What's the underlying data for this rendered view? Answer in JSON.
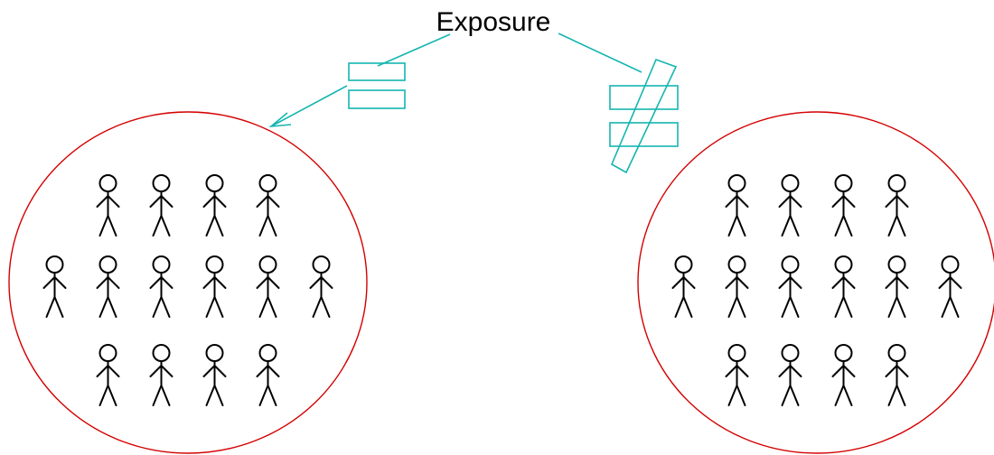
{
  "diagram": {
    "title": "Exposure",
    "groups": [
      {
        "people_per_row": [
          4,
          6,
          4
        ]
      },
      {
        "people_per_row": [
          4,
          6,
          4
        ]
      }
    ],
    "relations": [
      "equal",
      "not-equal"
    ],
    "colors": {
      "circle": "#d40000",
      "connector": "#14b5b0",
      "person": "#000000"
    },
    "icons": [
      "equals-sign-icon",
      "not-equal-sign-icon",
      "arrow-icon",
      "stick-figure-icon"
    ]
  }
}
